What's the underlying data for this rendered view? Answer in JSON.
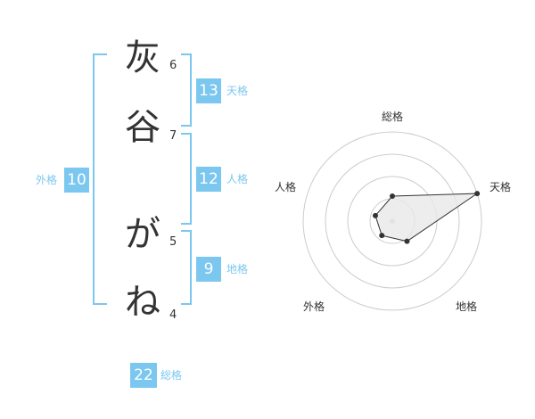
{
  "name_chars": [
    {
      "char": "灰",
      "strokes": "6"
    },
    {
      "char": "谷",
      "strokes": "7"
    },
    {
      "char": "が",
      "strokes": "5"
    },
    {
      "char": "ね",
      "strokes": "4"
    }
  ],
  "fortunes": {
    "tenkaku": {
      "label": "天格",
      "value": "13"
    },
    "jinkaku": {
      "label": "人格",
      "value": "12"
    },
    "chikaku": {
      "label": "地格",
      "value": "9"
    },
    "gaikaku": {
      "label": "外格",
      "value": "10"
    },
    "soukaku": {
      "label": "総格",
      "value": "22"
    }
  },
  "radar": {
    "axes": [
      "総格",
      "天格",
      "地格",
      "外格",
      "人格"
    ],
    "levels": 4,
    "values": [
      0.28,
      1.0,
      0.28,
      0.2,
      0.2
    ],
    "colors": {
      "accent": "#7cc7f0",
      "grid": "#cccccc",
      "fill": "#e8e8e8",
      "point": "#333333"
    }
  }
}
